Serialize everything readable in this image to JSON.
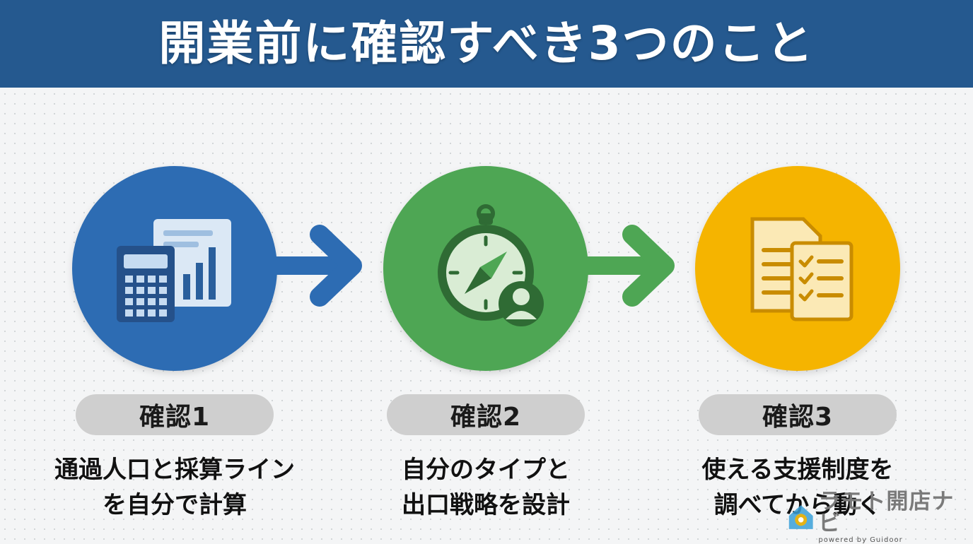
{
  "header": {
    "title": "開業前に確認すべき3つのこと"
  },
  "colors": {
    "header": "#25598f",
    "blue": "#2d6cb3",
    "green": "#4ea654",
    "yellow": "#f5b400",
    "pill": "#cfcfcf"
  },
  "steps": [
    {
      "label": "確認1",
      "line1": "通過人口と採算ライン",
      "line2": "を自分で計算",
      "icon": "calculator-chart-icon"
    },
    {
      "label": "確認2",
      "line1": "自分のタイプと",
      "line2": "出口戦略を設計",
      "icon": "compass-person-icon"
    },
    {
      "label": "確認3",
      "line1": "使える支援制度を",
      "line2": "調べてから動く",
      "icon": "document-checklist-icon"
    }
  ],
  "logo": {
    "main": "ラモト開店ナビ",
    "sub": "powered by Guidoor"
  }
}
